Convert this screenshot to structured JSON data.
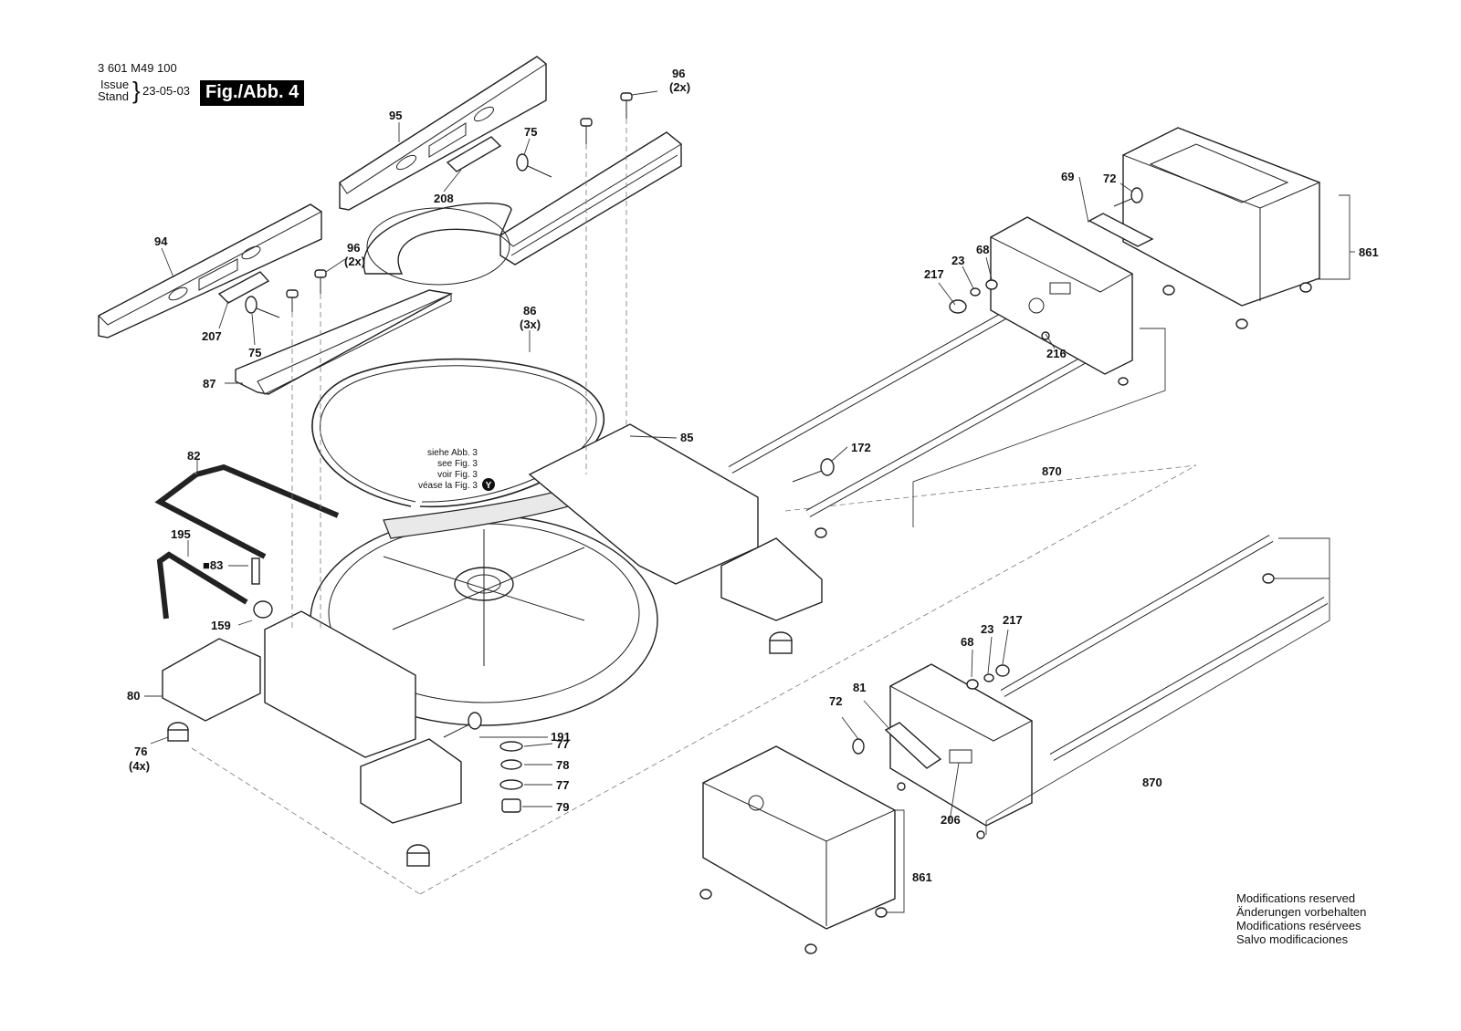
{
  "header": {
    "part_number": "3 601 M49 100",
    "issue_label": "Issue",
    "stand_label": "Stand",
    "date": "23-05-03",
    "figure": "Fig./Abb. 4"
  },
  "note": {
    "line1": "siehe Abb. 3",
    "line2": "see Fig. 3",
    "line3": "voir Fig. 3",
    "line4": "véase la Fig. 3",
    "marker": "Y"
  },
  "labels": {
    "p96a": "96",
    "p96a_qty": "(2x)",
    "p95": "95",
    "p75a": "75",
    "p208": "208",
    "p94": "94",
    "p96b": "96",
    "p96b_qty": "(2x)",
    "p207": "207",
    "p75b": "75",
    "p87": "87",
    "p86": "86",
    "p86_qty": "(3x)",
    "p85": "85",
    "p82": "82",
    "p195": "195",
    "p83": "■83",
    "p159": "159",
    "p80": "80",
    "p76": "76",
    "p76_qty": "(4x)",
    "p191": "191",
    "p77a": "77",
    "p78": "78",
    "p77b": "77",
    "p79": "79",
    "p69": "69",
    "p72a": "72",
    "p217a": "217",
    "p23a": "23",
    "p68a": "68",
    "p216": "216",
    "p861a": "861",
    "p172": "172",
    "p870a": "870",
    "p68b": "68",
    "p23b": "23",
    "p217b": "217",
    "p72b": "72",
    "p81": "81",
    "p206": "206",
    "p870b": "870",
    "p861b": "861"
  },
  "footer": {
    "line1": "Modifications reserved",
    "line2": "Änderungen vorbehalten",
    "line3": "Modifications resérvees",
    "line4": "Salvo modificaciones"
  }
}
